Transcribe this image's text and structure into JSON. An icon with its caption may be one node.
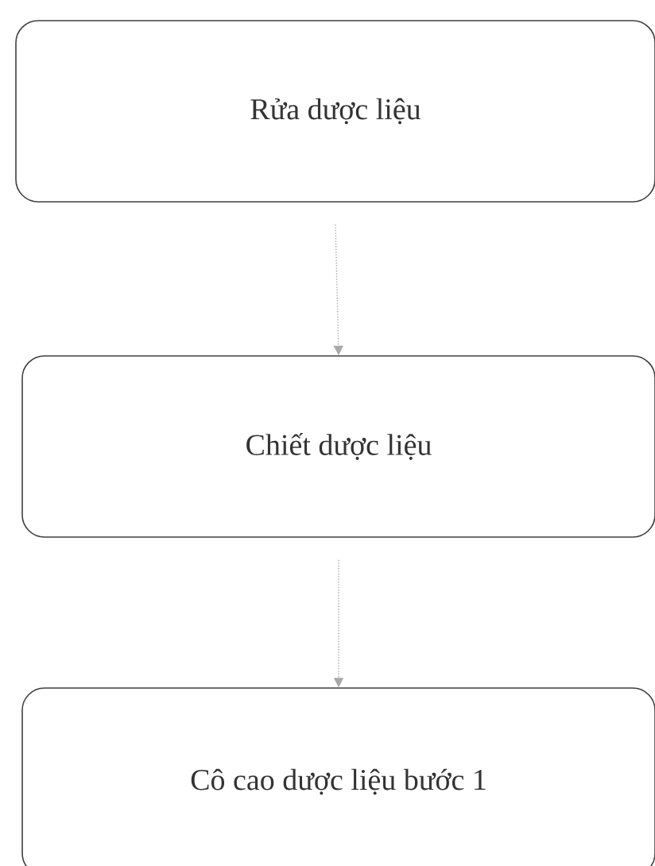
{
  "diagram": {
    "nodes": [
      {
        "text": [
          "Rửa dược liệu"
        ]
      },
      {
        "text": [
          "Chiết dược liệu"
        ]
      },
      {
        "text": [
          "Cô cao dược liệu bước 1"
        ]
      }
    ],
    "edges": [
      {
        "from": 0,
        "to": 1,
        "arrow": "to",
        "style": "dashed",
        "color": "#a8a8a8"
      },
      {
        "from": 1,
        "to": 2,
        "arrow": "to",
        "style": "dashed",
        "color": "#a8a8a8"
      }
    ]
  }
}
